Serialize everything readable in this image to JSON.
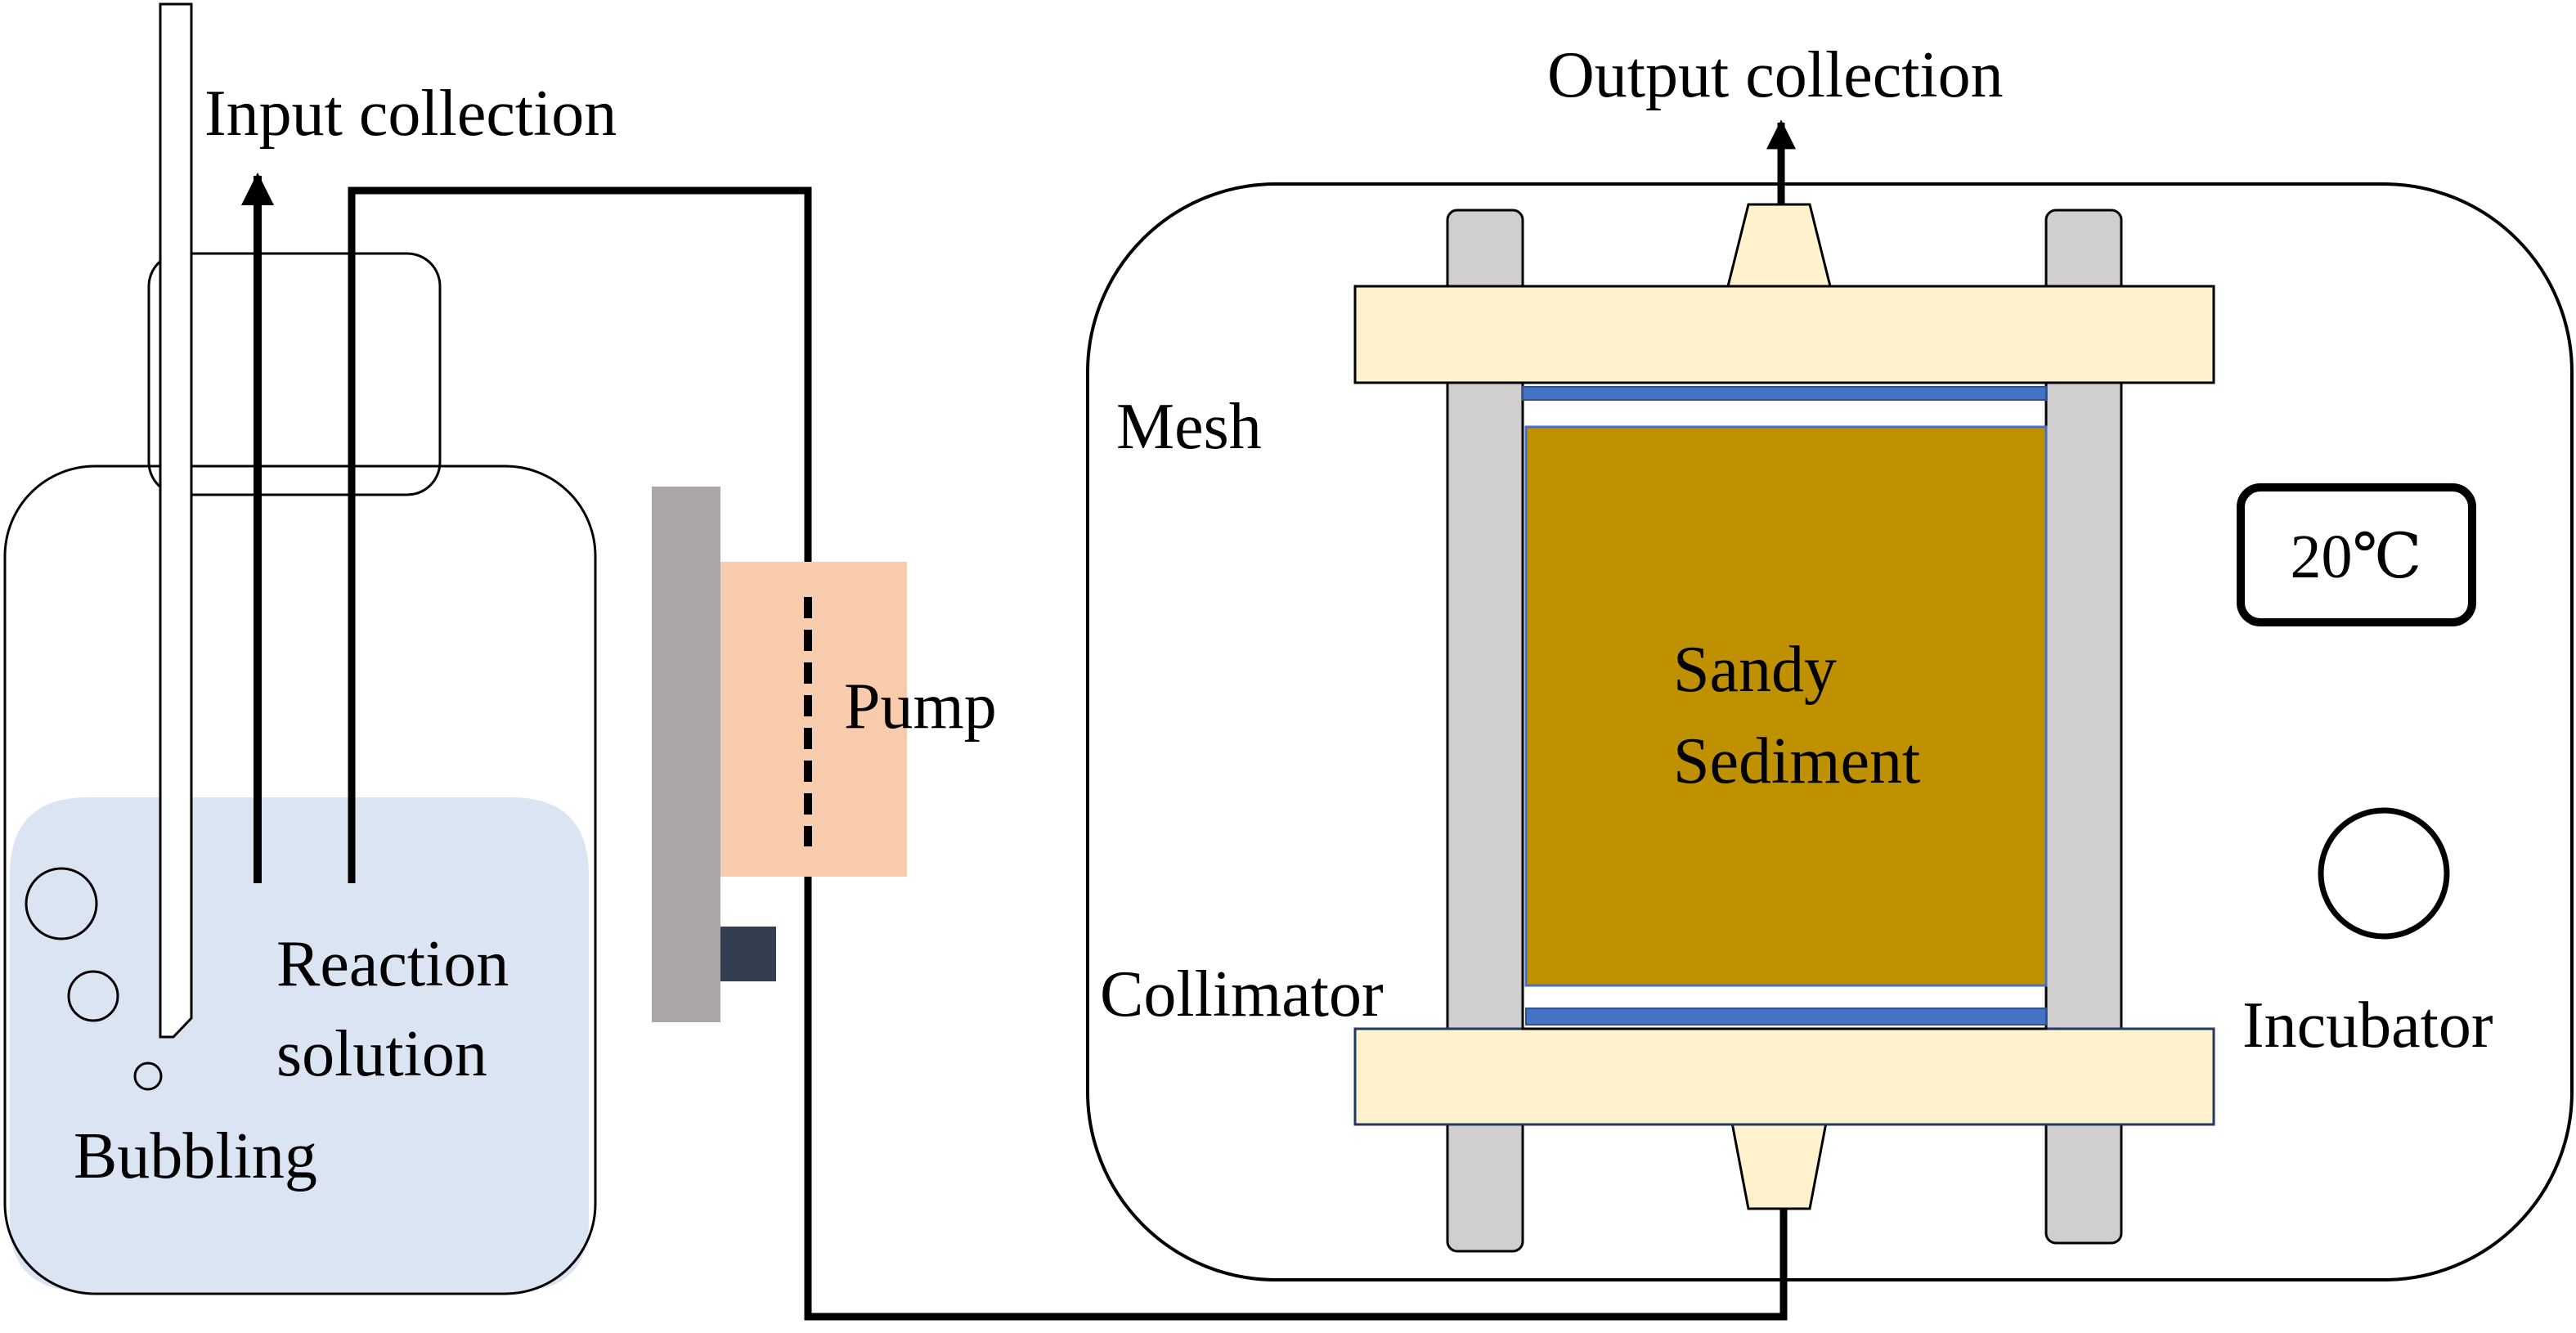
{
  "labels": {
    "input_collection": "Input collection",
    "output_collection": "Output collection",
    "reaction_line1": "Reaction",
    "reaction_line2": "solution",
    "bubbling": "Bubbling",
    "pump": "Pump",
    "mesh": "Mesh",
    "collimator": "Collimator",
    "sediment_line1": "Sandy",
    "sediment_line2": "Sediment",
    "temperature": "20℃",
    "incubator": "Incubator"
  },
  "colors": {
    "solution": "#dae4f3",
    "pump": "#f8cbad",
    "pump_plate": "#aaa6a6",
    "pump_motor": "#333f50",
    "cap": "#fff2cc",
    "rod": "#d0cece",
    "mesh": "#4472c4",
    "sediment": "#bf9000",
    "outline": "#000000"
  }
}
